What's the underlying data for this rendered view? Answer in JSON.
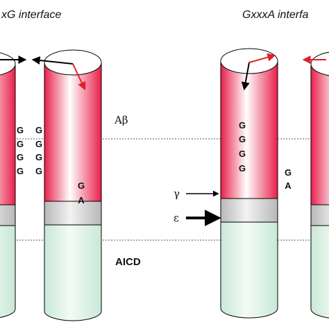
{
  "titles": {
    "left": "xG interface",
    "right": "GxxxA interfa"
  },
  "labels": {
    "abeta": "Aβ",
    "gamma": "γ",
    "epsilon": "ε",
    "aicd": "AICD"
  },
  "residues": {
    "col1": [
      "G",
      "G",
      "G",
      "G"
    ],
    "col2": [
      "G",
      "G",
      "G",
      "G"
    ],
    "helix2_lower": [
      "G",
      "A"
    ],
    "helix3": [
      "G",
      "G",
      "G",
      "G"
    ],
    "helix4_side": [
      "G",
      "A"
    ]
  },
  "colors": {
    "membrane_red": "#e8204a",
    "highlight_pink": "#ffffff",
    "band_gray": "#c8c8c8",
    "cyto_green": "#d3eee0",
    "arrow_red": "#e0202a",
    "arrow_black": "#000000"
  }
}
